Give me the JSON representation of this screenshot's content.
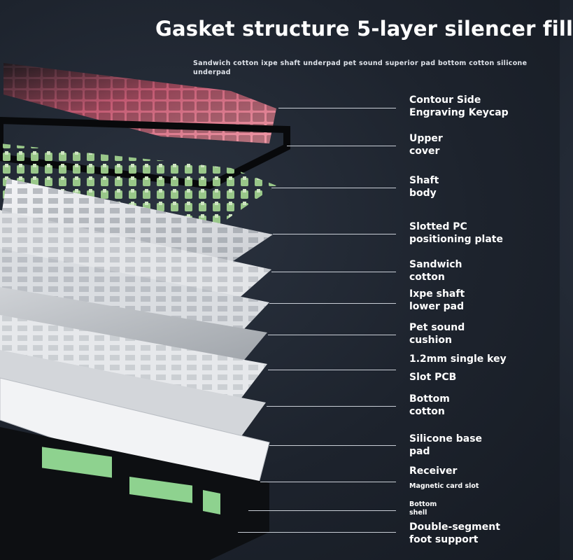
{
  "header": {
    "title": "Gasket structure 5-layer silencer fill",
    "subtitle": "Sandwich cotton ixpe shaft underpad pet sound superior pad bottom cotton silicone underpad"
  },
  "labels": [
    {
      "id": "keycap",
      "lines": [
        "Contour Side",
        "Engraving Keycap"
      ]
    },
    {
      "id": "upper-cover",
      "lines": [
        "Upper",
        "cover"
      ]
    },
    {
      "id": "shaft",
      "lines": [
        "Shaft",
        "body"
      ]
    },
    {
      "id": "pc-plate",
      "lines": [
        "Slotted PC",
        "positioning plate"
      ]
    },
    {
      "id": "sandwich",
      "lines": [
        "Sandwich",
        "cotton"
      ]
    },
    {
      "id": "ixpe",
      "lines": [
        "Ixpe shaft",
        "lower pad"
      ]
    },
    {
      "id": "pet",
      "lines": [
        "Pet sound",
        "cushion"
      ]
    },
    {
      "id": "single-key",
      "lines": [
        "1.2mm single key"
      ]
    },
    {
      "id": "slot-pcb",
      "lines": [
        "Slot PCB"
      ]
    },
    {
      "id": "bottom-cotton",
      "lines": [
        "Bottom",
        "cotton"
      ]
    },
    {
      "id": "silicone",
      "lines": [
        "Silicone base",
        "pad"
      ]
    },
    {
      "id": "receiver",
      "lines": [
        "Receiver"
      ]
    },
    {
      "id": "magnetic",
      "lines": [
        "Magnetic card slot"
      ]
    },
    {
      "id": "bottom-shell",
      "lines": [
        "Bottom",
        "shell"
      ]
    },
    {
      "id": "foot",
      "lines": [
        "Double-segment",
        "foot support"
      ]
    }
  ],
  "colors": {
    "keycap_pink": "#e8798c",
    "keycap_dark": "#2a2228",
    "switch_green": "#a9d19a",
    "plate": "#e9ebee",
    "silicone_green": "#8ed28f",
    "shell": "#0d0f12"
  }
}
